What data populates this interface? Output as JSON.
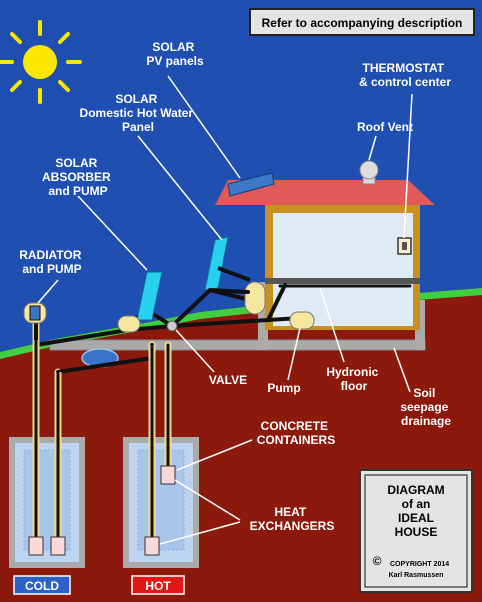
{
  "banner": "Refer to accompanying description",
  "labels": {
    "solar_pv": [
      "SOLAR",
      "PV panels"
    ],
    "solar_dhw": [
      "SOLAR",
      "Domestic Hot Water",
      "Panel"
    ],
    "solar_absorber": [
      "SOLAR",
      "ABSORBER",
      "and PUMP"
    ],
    "radiator": [
      "RADIATOR",
      "and PUMP"
    ],
    "thermostat": [
      "THERMOSTAT",
      "& control center"
    ],
    "roof_vent": [
      "Roof Vent"
    ],
    "valve": [
      "VALVE"
    ],
    "pump": [
      "Pump"
    ],
    "hydronic": [
      "Hydronic",
      "floor"
    ],
    "soil": [
      "Soil",
      "seepage",
      "drainage"
    ],
    "concrete": [
      "CONCRETE",
      "CONTAINERS"
    ],
    "heat": [
      "HEAT",
      "EXCHANGERS"
    ]
  },
  "tank_labels": {
    "cold": "COLD",
    "hot": "HOT"
  },
  "title_box": {
    "lines": [
      "DIAGRAM",
      "of an",
      "IDEAL",
      "HOUSE"
    ],
    "copyright_symbol": "©",
    "copyright": "COPYRIGHT  2014",
    "author": "Karl Rasmussen"
  },
  "colors": {
    "sky": "#1f4fb0",
    "soil": "#8c1a0c",
    "grass": "#3fcf3f",
    "roof": "#e05a5a",
    "tank_water": "#bcd4f0",
    "cold_badge": "#2c62c8",
    "hot_badge": "#e01818",
    "pipe_hot": "#f2d68c",
    "pump": "#f5e6a0"
  }
}
